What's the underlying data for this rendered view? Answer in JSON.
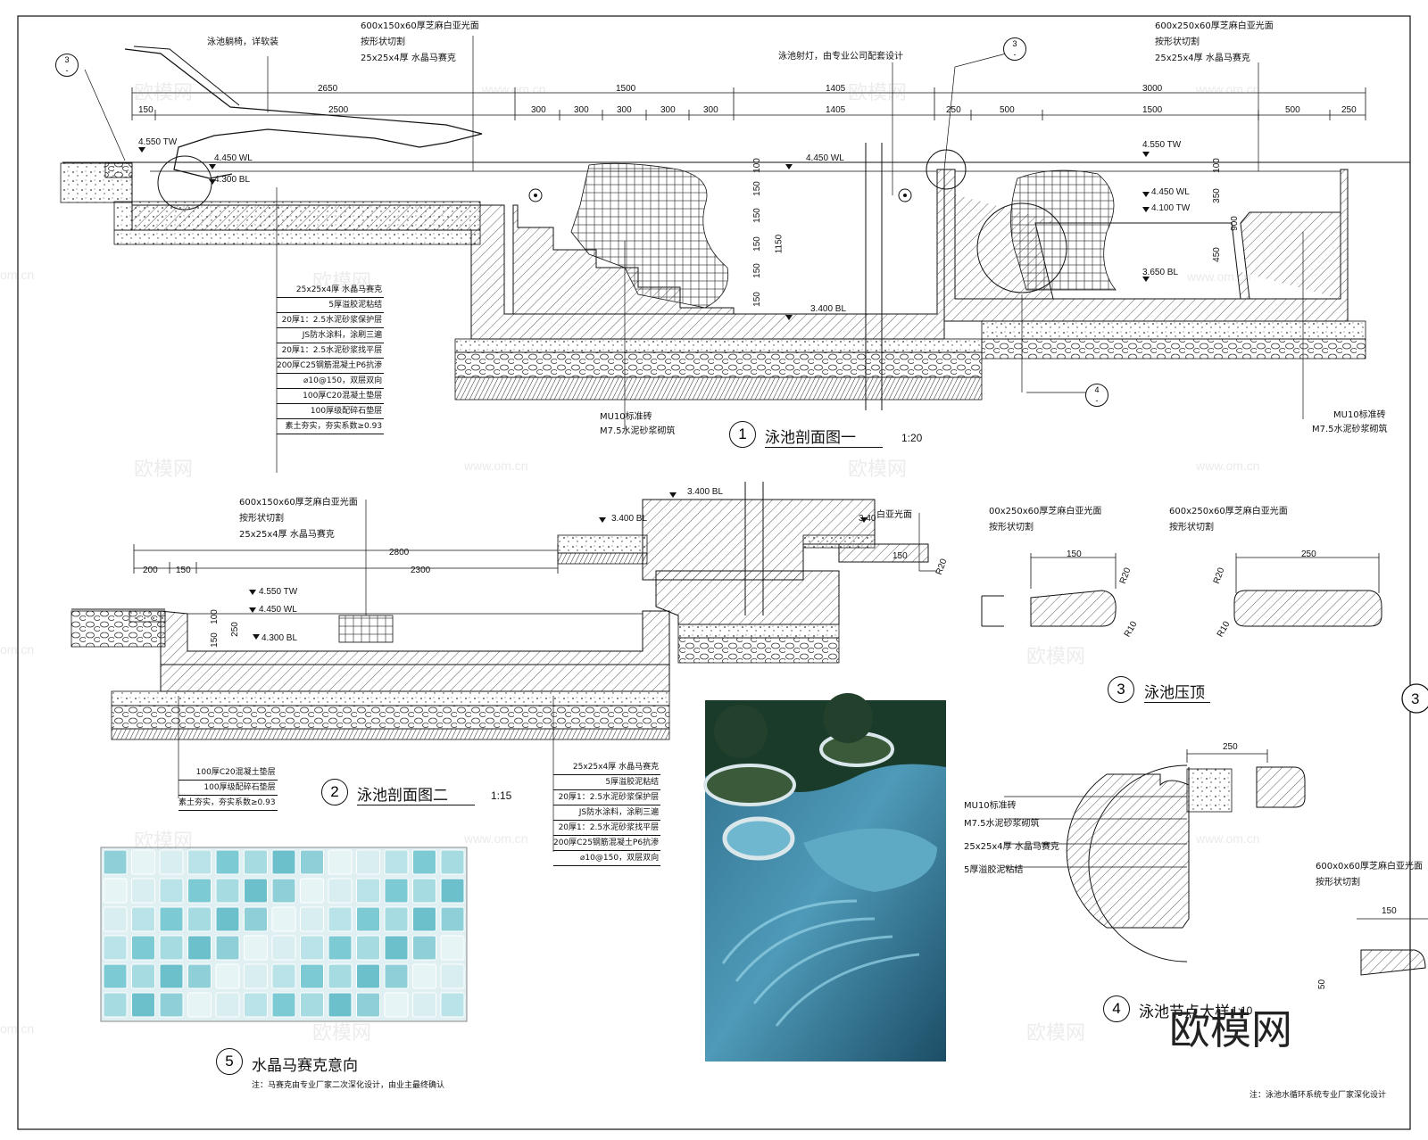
{
  "watermark": {
    "cn": "欧模网",
    "url": "www.om.cn",
    "edge": "om.cn"
  },
  "brand": "欧模网",
  "section1": {
    "title": "泳池剖面图一",
    "scale": "1:20",
    "number": "1",
    "annot_chair": "泳池躺椅，详软装",
    "annot_coping_left": [
      "600x150x60厚芝麻白亚光面",
      "按形状切割",
      "25x25x4厚 水晶马赛克"
    ],
    "annot_light": "泳池射灯，由专业公司配套设计",
    "annot_coping_right": [
      "600x250x60厚芝麻白亚光面",
      "按形状切割",
      "25x25x4厚 水晶马赛克"
    ],
    "dims_top": [
      "2650",
      "1500",
      "1405",
      "3000"
    ],
    "dims_second": [
      "150",
      "2500",
      "300",
      "300",
      "300",
      "300",
      "300",
      "1405",
      "250",
      "500",
      "1500",
      "500",
      "250"
    ],
    "levels": [
      "4.550 TW",
      "4.450 WL",
      "4.300 BL",
      "4.450 WL",
      "3.400 BL",
      "4.550 TW",
      "4.450 WL",
      "4.100 TW",
      "3.650 BL"
    ],
    "vert_dims": [
      "100",
      "150",
      "150",
      "150",
      "150",
      "150",
      "1150",
      "100",
      "350",
      "900",
      "450"
    ],
    "layers": [
      "25x25x4厚 水晶马赛克",
      "5厚溢胶泥粘结",
      "20厚1：2.5水泥砂浆保护层",
      "JS防水涂料，涂刷三遍",
      "20厚1：2.5水泥砂浆找平层",
      "200厚C25钢筋混凝土P6抗渗",
      "⌀10@150，双层双向",
      "100厚C20混凝土垫层",
      "100厚级配碎石垫层",
      "素土夯实，夯实系数≥0.93"
    ],
    "brick_left": [
      "MU10标准砖",
      "M7.5水泥砂浆砌筑"
    ],
    "brick_right": [
      "MU10标准砖",
      "M7.5水泥砂浆砌筑"
    ],
    "detail_refs": [
      "3",
      "3",
      "4"
    ]
  },
  "section2": {
    "title": "泳池剖面图二",
    "scale": "1:15",
    "number": "2",
    "annot_coping": [
      "600x150x60厚芝麻白亚光面",
      "按形状切割",
      "25x25x4厚 水晶马赛克"
    ],
    "dims": [
      "2800",
      "200",
      "150",
      "2300"
    ],
    "levels": [
      "4.550 TW",
      "4.450 WL",
      "4.300 BL",
      "3.400 BL",
      "3.400 BL",
      "3.40"
    ],
    "vert_dims": [
      "100",
      "150",
      "250"
    ],
    "top_right_label": "白亚光面",
    "dim_150": "150",
    "r20": "R20",
    "layers_left": [
      "100厚C20混凝土垫层",
      "100厚级配碎石垫层",
      "素土夯实，夯实系数≥0.93"
    ],
    "layers_right": [
      "25x25x4厚 水晶马赛克",
      "5厚溢胶泥粘结",
      "20厚1：2.5水泥砂浆保护层",
      "JS防水涂料，涂刷三遍",
      "20厚1：2.5水泥砂浆找平层",
      "200厚C25钢筋混凝土P6抗渗",
      "⌀10@150，双层双向"
    ]
  },
  "section3": {
    "title": "泳池压顶",
    "number": "3",
    "left": {
      "label": [
        "00x250x60厚芝麻白亚光面",
        "按形状切割"
      ],
      "dim": "150",
      "r1": "R20",
      "r2": "R10"
    },
    "right": {
      "label": [
        "600x250x60厚芝麻白亚光面",
        "按形状切割"
      ],
      "dim": "250",
      "r1": "R20",
      "r2": "R10"
    },
    "edge_number": "3"
  },
  "section4": {
    "title": "泳池节点大样",
    "scale": "1:10",
    "number": "4",
    "dim_top": "250",
    "labels": [
      "MU10标准砖",
      "M7.5水泥砂浆砌筑",
      "25x25x4厚 水晶马赛克",
      "5厚溢胶泥粘结"
    ],
    "right_label": [
      "600x0x60厚芝麻白亚光面",
      "按形状切割"
    ],
    "right_dim": "150",
    "right_vdim": "50"
  },
  "section5": {
    "title": "水晶马赛克意向",
    "number": "5",
    "note": "注：马赛克由专业厂家二次深化设计，由业主最终确认"
  },
  "footer_note": "注：泳池水循环系统专业厂家深化设计"
}
